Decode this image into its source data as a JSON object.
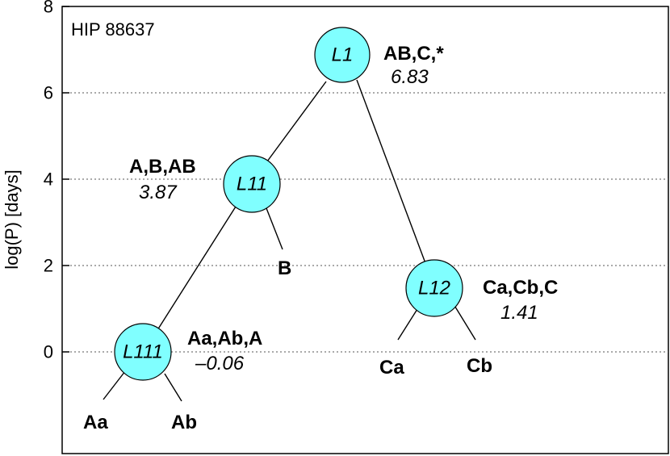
{
  "title": "HIP 88637",
  "axis": {
    "ylabel": "log(P) [days]",
    "ylim": [
      -2.36,
      8
    ],
    "ticks": [
      "0",
      "2",
      "4",
      "6",
      "8"
    ],
    "gridlines": [
      0,
      2,
      4,
      6
    ]
  },
  "colors": {
    "node_fill": "#80ffff",
    "line": "#000000"
  },
  "nodes": [
    {
      "id": "L1",
      "label": "L1",
      "logP": 6.83,
      "info": "AB,C,*",
      "value": "6.83"
    },
    {
      "id": "L11",
      "label": "L11",
      "logP": 3.87,
      "info": "A,B,AB",
      "value": "3.87"
    },
    {
      "id": "L12",
      "label": "L12",
      "logP": 1.41,
      "info": "Ca,Cb,C",
      "value": "1.41"
    },
    {
      "id": "L111",
      "label": "L111",
      "logP": -0.06,
      "info": "Aa,Ab,A",
      "value": "–0.06"
    }
  ],
  "leaves": [
    "Aa",
    "Ab",
    "B",
    "Ca",
    "Cb"
  ]
}
